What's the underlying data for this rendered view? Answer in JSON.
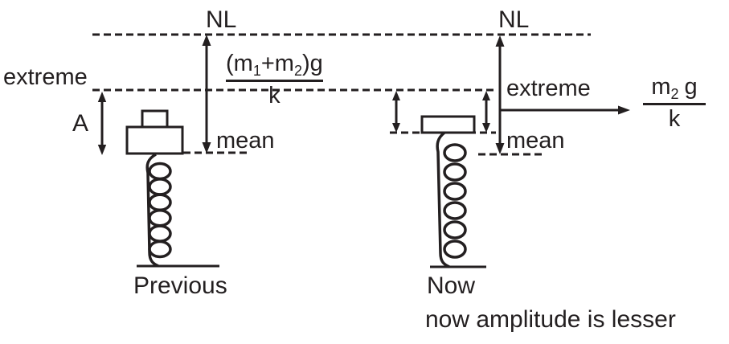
{
  "labels": {
    "nl_left": "NL",
    "nl_right": "NL",
    "extreme_left": "extreme",
    "extreme_right": "extreme",
    "mean_left": "mean",
    "mean_right": "mean",
    "amplitude": "A",
    "previous": "Previous",
    "now": "Now",
    "caption": "now amplitude is lesser"
  },
  "formulas": {
    "spring_stretch_previous": {
      "numerator_parts": {
        "p1": "(m",
        "sub1": "1",
        "p2": "+m",
        "sub2": "2",
        "p3": ")g"
      },
      "denominator": "k"
    },
    "spring_stretch_now": {
      "numerator_parts": {
        "p1": "m",
        "sub1": "2",
        "p2": "g"
      },
      "denominator": "k"
    }
  },
  "colors": {
    "ink": "#231f20",
    "background": "#ffffff"
  }
}
